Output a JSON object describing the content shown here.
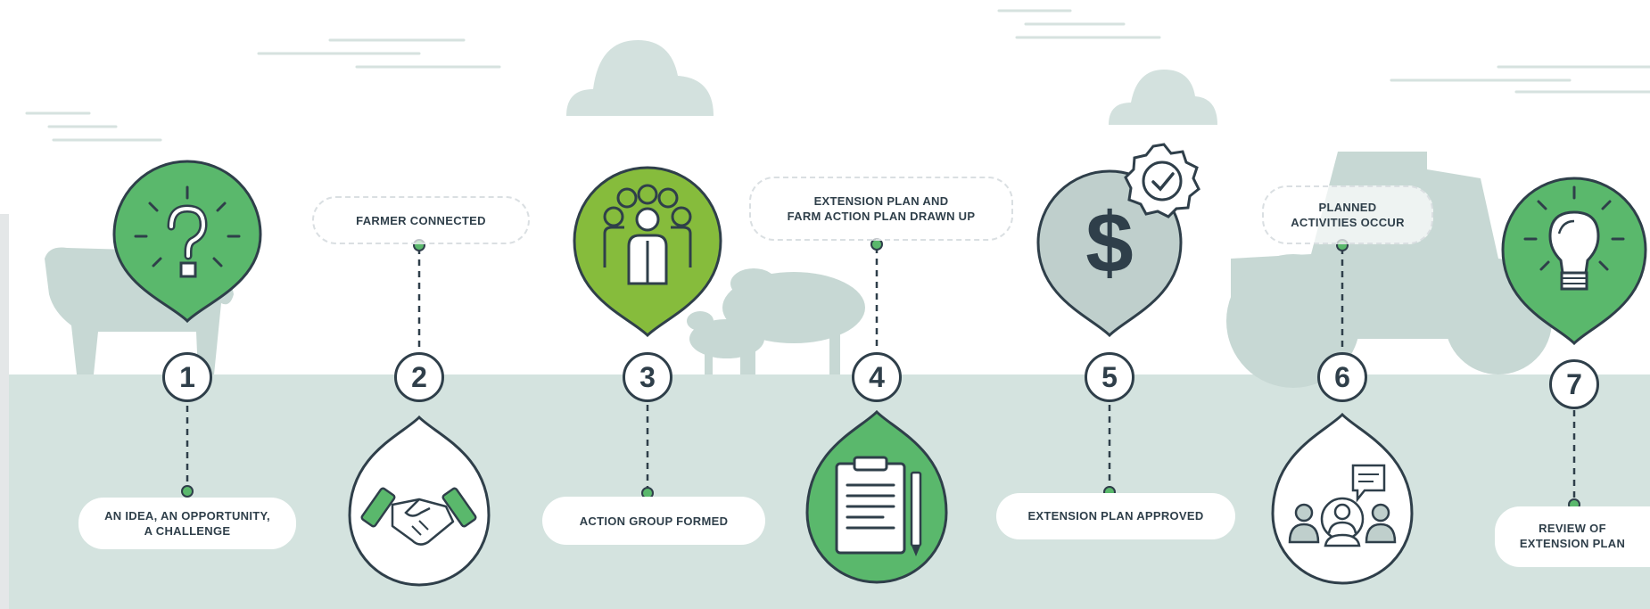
{
  "colors": {
    "green": "#5ab86c",
    "olive": "#86bc3c",
    "slate_pin": "#bfcfcc",
    "ink": "#2f3f4a",
    "ground": "#d4e3df",
    "silhouette": "#c7d8d4",
    "dashed_border": "#dadfe2"
  },
  "steps": [
    {
      "number": "1",
      "label_lines": [
        "AN IDEA, AN OPPORTUNITY,",
        "A CHALLENGE"
      ],
      "icon": "question-mark-icon"
    },
    {
      "number": "2",
      "label_lines": [
        "FARMER CONNECTED"
      ],
      "icon": "handshake-icon"
    },
    {
      "number": "3",
      "label_lines": [
        "ACTION GROUP FORMED"
      ],
      "icon": "group-people-icon"
    },
    {
      "number": "4",
      "label_lines": [
        "EXTENSION PLAN AND",
        "FARM ACTION PLAN DRAWN UP"
      ],
      "icon": "clipboard-icon"
    },
    {
      "number": "5",
      "label_lines": [
        "EXTENSION PLAN APPROVED"
      ],
      "icon": "dollar-icon"
    },
    {
      "number": "6",
      "label_lines": [
        "PLANNED",
        "ACTIVITIES OCCUR"
      ],
      "icon": "meeting-icon"
    },
    {
      "number": "7",
      "label_lines": [
        "REVIEW OF",
        "EXTENSION PLAN"
      ],
      "icon": "lightbulb-icon"
    }
  ]
}
